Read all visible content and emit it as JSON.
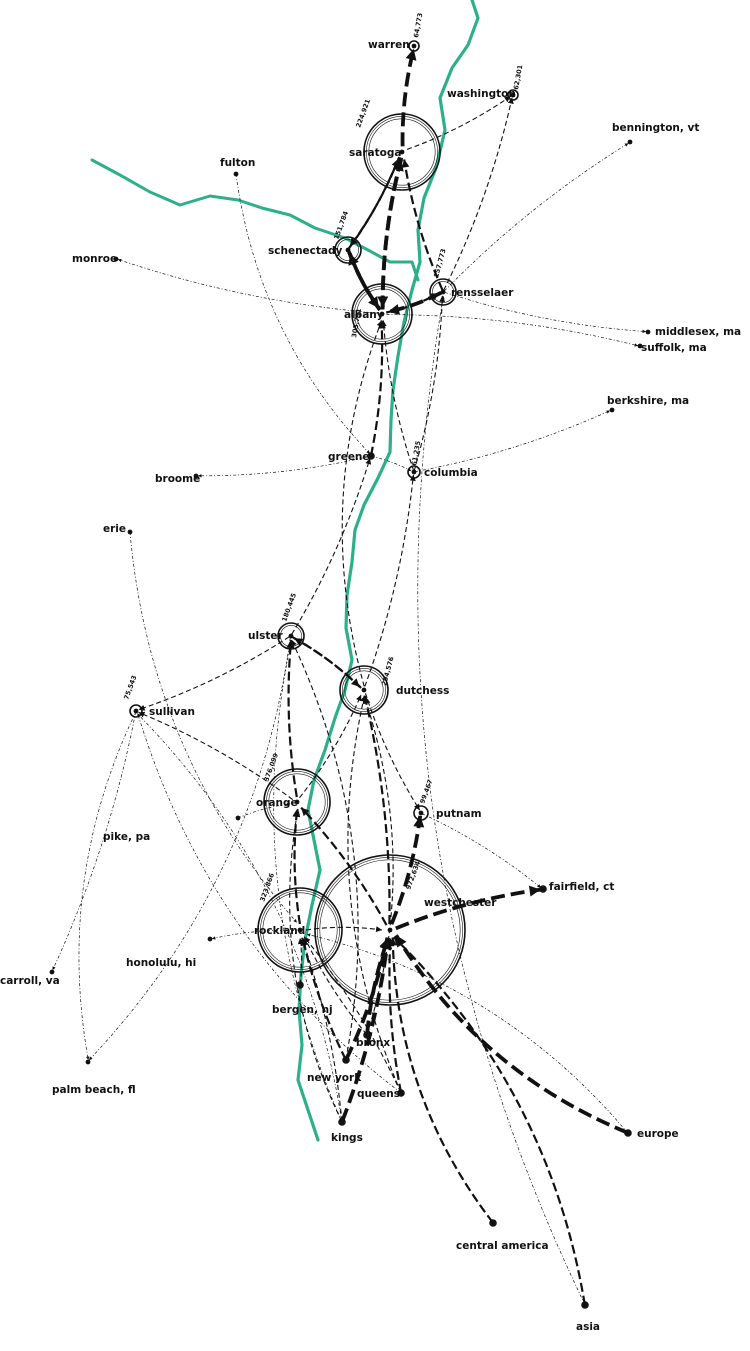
{
  "diagram": {
    "river_color": "#2bb08a",
    "ink_color": "#111111",
    "nodes": [
      {
        "id": "warren",
        "label": "warren",
        "population": "64,773"
      },
      {
        "id": "washington",
        "label": "washington",
        "population": "62,301"
      },
      {
        "id": "saratoga",
        "label": "saratoga",
        "population": "224,921"
      },
      {
        "id": "bennington",
        "label": "bennington, vt",
        "population": ""
      },
      {
        "id": "fulton",
        "label": "fulton",
        "population": ""
      },
      {
        "id": "schenectady",
        "label": "schenectady",
        "population": "151,784"
      },
      {
        "id": "rensselaer",
        "label": "rensselaer",
        "population": "157,773"
      },
      {
        "id": "monroe",
        "label": "monroe",
        "population": ""
      },
      {
        "id": "albany",
        "label": "albany",
        "population": "303,791"
      },
      {
        "id": "middlesex",
        "label": "middlesex, ma",
        "population": ""
      },
      {
        "id": "suffolk",
        "label": "suffolk, ma",
        "population": ""
      },
      {
        "id": "berkshire",
        "label": "berkshire, ma",
        "population": ""
      },
      {
        "id": "greene",
        "label": "greene",
        "population": ""
      },
      {
        "id": "broome",
        "label": "broome",
        "population": ""
      },
      {
        "id": "columbia",
        "label": "columbia",
        "population": "61,235"
      },
      {
        "id": "erie",
        "label": "erie",
        "population": ""
      },
      {
        "id": "ulster",
        "label": "ulster",
        "population": "180,445"
      },
      {
        "id": "dutchess",
        "label": "dutchess",
        "population": "294,576"
      },
      {
        "id": "sullivan",
        "label": "sullivan",
        "population": "75,543"
      },
      {
        "id": "orange",
        "label": "orange",
        "population": "376,099"
      },
      {
        "id": "putnam",
        "label": "putnam",
        "population": "99,467"
      },
      {
        "id": "pike",
        "label": "pike, pa",
        "population": ""
      },
      {
        "id": "fairfield",
        "label": "fairfield, ct",
        "population": ""
      },
      {
        "id": "westchester",
        "label": "westchester",
        "population": "972,634"
      },
      {
        "id": "rockland",
        "label": "rockland",
        "population": "323,866"
      },
      {
        "id": "carroll",
        "label": "carroll, va",
        "population": ""
      },
      {
        "id": "honolulu",
        "label": "honolulu, hi",
        "population": ""
      },
      {
        "id": "bergen",
        "label": "bergen, nj",
        "population": ""
      },
      {
        "id": "bronx",
        "label": "bronx",
        "population": ""
      },
      {
        "id": "newyork",
        "label": "new york",
        "population": ""
      },
      {
        "id": "queens",
        "label": "queens",
        "population": ""
      },
      {
        "id": "palmbeach",
        "label": "palm beach, fl",
        "population": ""
      },
      {
        "id": "kings",
        "label": "kings",
        "population": ""
      },
      {
        "id": "europe",
        "label": "europe",
        "population": ""
      },
      {
        "id": "centralamerica",
        "label": "central america",
        "population": ""
      },
      {
        "id": "asia",
        "label": "asia",
        "population": ""
      }
    ],
    "flows": [
      {
        "from": "saratoga",
        "to": "warren",
        "weight": 3
      },
      {
        "from": "saratoga",
        "to": "washington",
        "weight": 1
      },
      {
        "from": "albany",
        "to": "saratoga",
        "weight": 3
      },
      {
        "from": "schenectady",
        "to": "saratoga",
        "weight": 2
      },
      {
        "from": "rensselaer",
        "to": "saratoga",
        "weight": 2
      },
      {
        "from": "saratoga",
        "to": "albany",
        "weight": 3
      },
      {
        "from": "saratoga",
        "to": "schenectady",
        "weight": 2
      },
      {
        "from": "rensselaer",
        "to": "washington",
        "weight": 1
      },
      {
        "from": "albany",
        "to": "schenectady",
        "weight": 3
      },
      {
        "from": "schenectady",
        "to": "albany",
        "weight": 3
      },
      {
        "from": "rensselaer",
        "to": "albany",
        "weight": 3
      },
      {
        "from": "albany",
        "to": "rensselaer",
        "weight": 2
      },
      {
        "from": "albany",
        "to": "monroe",
        "weight": 0
      },
      {
        "from": "fulton",
        "to": "greene",
        "weight": 0
      },
      {
        "from": "rensselaer",
        "to": "bennington",
        "weight": 0
      },
      {
        "from": "rensselaer",
        "to": "middlesex",
        "weight": 0
      },
      {
        "from": "albany",
        "to": "suffolk",
        "weight": 0
      },
      {
        "from": "columbia",
        "to": "berkshire",
        "weight": 0
      },
      {
        "from": "greene",
        "to": "broome",
        "weight": 0
      },
      {
        "from": "greene",
        "to": "albany",
        "weight": 2
      },
      {
        "from": "columbia",
        "to": "albany",
        "weight": 1
      },
      {
        "from": "columbia",
        "to": "rensselaer",
        "weight": 1
      },
      {
        "from": "greene",
        "to": "columbia",
        "weight": 0
      },
      {
        "from": "ulster",
        "to": "greene",
        "weight": 1
      },
      {
        "from": "dutchess",
        "to": "albany",
        "weight": 1
      },
      {
        "from": "dutchess",
        "to": "columbia",
        "weight": 1
      },
      {
        "from": "orange",
        "to": "ulster",
        "weight": 2
      },
      {
        "from": "dutchess",
        "to": "ulster",
        "weight": 2
      },
      {
        "from": "ulster",
        "to": "dutchess",
        "weight": 2
      },
      {
        "from": "orange",
        "to": "dutchess",
        "weight": 1
      },
      {
        "from": "ulster",
        "to": "sullivan",
        "weight": 1
      },
      {
        "from": "orange",
        "to": "sullivan",
        "weight": 1
      },
      {
        "from": "pike",
        "to": "orange",
        "weight": 0
      },
      {
        "from": "dutchess",
        "to": "putnam",
        "weight": 1
      },
      {
        "from": "putnam",
        "to": "fairfield",
        "weight": 0
      },
      {
        "from": "westchester",
        "to": "putnam",
        "weight": 3
      },
      {
        "from": "westchester",
        "to": "fairfield",
        "weight": 3
      },
      {
        "from": "westchester",
        "to": "dutchess",
        "weight": 2
      },
      {
        "from": "rockland",
        "to": "orange",
        "weight": 2
      },
      {
        "from": "westchester",
        "to": "orange",
        "weight": 2
      },
      {
        "from": "rockland",
        "to": "westchester",
        "weight": 1
      },
      {
        "from": "rockland",
        "to": "honolulu",
        "weight": 0
      },
      {
        "from": "sullivan",
        "to": "carroll",
        "weight": 0
      },
      {
        "from": "sullivan",
        "to": "palmbeach",
        "weight": 0
      },
      {
        "from": "ulster",
        "to": "palmbeach",
        "weight": 0
      },
      {
        "from": "bergen",
        "to": "rockland",
        "weight": 1
      },
      {
        "from": "bronx",
        "to": "westchester",
        "weight": 3
      },
      {
        "from": "newyork",
        "to": "westchester",
        "weight": 3
      },
      {
        "from": "queens",
        "to": "westchester",
        "weight": 2
      },
      {
        "from": "kings",
        "to": "westchester",
        "weight": 3
      },
      {
        "from": "newyork",
        "to": "rockland",
        "weight": 2
      },
      {
        "from": "kings",
        "to": "rockland",
        "weight": 1
      },
      {
        "from": "kings",
        "to": "orange",
        "weight": 1
      },
      {
        "from": "queens",
        "to": "rockland",
        "weight": 1
      },
      {
        "from": "bronx",
        "to": "rockland",
        "weight": 1
      },
      {
        "from": "kings",
        "to": "sullivan",
        "weight": 0
      },
      {
        "from": "queens",
        "to": "sullivan",
        "weight": 0
      },
      {
        "from": "newyork",
        "to": "ulster",
        "weight": 1
      },
      {
        "from": "kings",
        "to": "ulster",
        "weight": 0
      },
      {
        "from": "bronx",
        "to": "dutchess",
        "weight": 1
      },
      {
        "from": "queens",
        "to": "dutchess",
        "weight": 1
      },
      {
        "from": "erie",
        "to": "rockland",
        "weight": 0
      },
      {
        "from": "europe",
        "to": "westchester",
        "weight": 3
      },
      {
        "from": "europe",
        "to": "rockland",
        "weight": 0
      },
      {
        "from": "centralamerica",
        "to": "westchester",
        "weight": 2
      },
      {
        "from": "asia",
        "to": "westchester",
        "weight": 2
      },
      {
        "from": "asia",
        "to": "rensselaer",
        "weight": 0
      }
    ]
  }
}
